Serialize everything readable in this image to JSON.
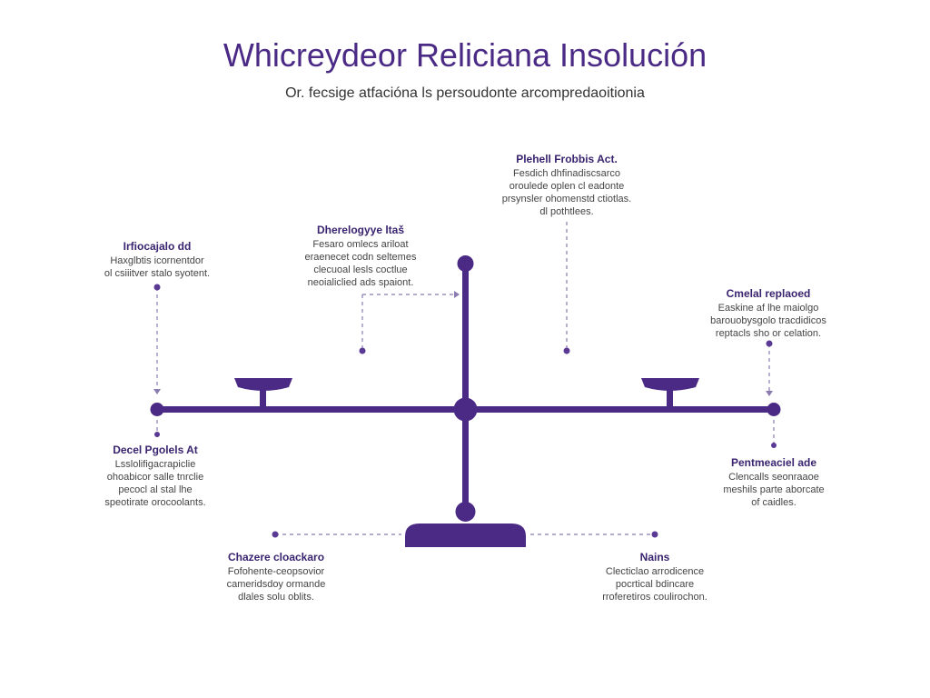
{
  "title": "Whicreydeor Reliciana Insolución",
  "subtitle": "Or. fecsige atfacióna ls persoudonte arcompredaoitionia",
  "colors": {
    "accent": "#4b2a86",
    "connector": "#8a7cb0",
    "text": "#444444"
  },
  "annotations": {
    "top_center": {
      "heading": "Plehell Frobbis Act.",
      "lines": [
        "Fesdich dhfinadiscsarco",
        "oroulede oplen cl eadonte",
        "prsynsler ohomenstd ctiotlas.",
        "dl pothtlees."
      ]
    },
    "upper_mid_left": {
      "heading": "Dherelogyye ltaš",
      "lines": [
        "Fesaro omlecs ariloat",
        "eraenecet codn seltemes",
        "clecuoal lesls coctlue",
        "neoialiclied ads spaiont."
      ]
    },
    "upper_left": {
      "heading": "Irfiocajalo dd",
      "lines": [
        "Haxglbtis icornentdor",
        "ol csiiitver stalo syotent."
      ]
    },
    "upper_right": {
      "heading": "Cmelal replaoed",
      "lines": [
        "Easkine af lhe maiolgo",
        "barouobysgolo tracdidicos",
        "reptacls sho or celation."
      ]
    },
    "lower_left": {
      "heading": "Decel Pgolels At",
      "lines": [
        "Lsslolifigacrapiclie",
        "ohoabicor salle tnrclie",
        "pecocl al stal lhe",
        "speotirate orocoolants."
      ]
    },
    "lower_right": {
      "heading": "Pentmeaciel ade",
      "lines": [
        "Clencalls seonraaoe",
        "meshils parte aborcate",
        "of caidles."
      ]
    },
    "bottom_left": {
      "heading": "Chazere cloackaro",
      "lines": [
        "Fofohente-ceopsovior",
        "cameridsdoy ormande",
        "dlales solu oblits."
      ]
    },
    "bottom_right": {
      "heading": "Nains",
      "lines": [
        "Clecticlao arrodicence",
        "pocrtical bdincare",
        "rroferetiros coulirochon."
      ]
    }
  }
}
